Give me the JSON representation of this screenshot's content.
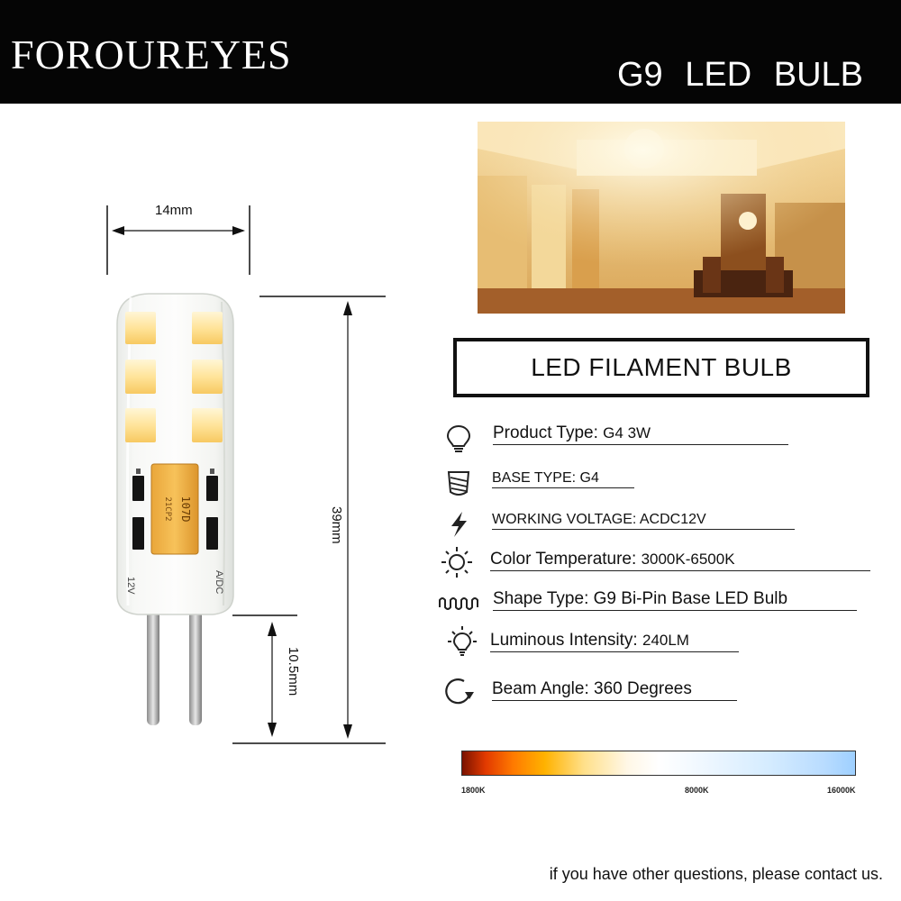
{
  "header": {
    "brand": "FOROUREYES",
    "title": "G9  LED  BULB"
  },
  "dimensions": {
    "width": "14mm",
    "height": "39mm",
    "pin_length": "10.5mm"
  },
  "bulb": {
    "capacitor_code": "107D",
    "capacitor_code_2": "21CP2",
    "label_left": "12V",
    "label_right": "A/DC"
  },
  "section_title": "LED FILAMENT BULB",
  "specs": [
    {
      "icon": "bulb-icon",
      "label": "Product Type:",
      "value": "G4 3W"
    },
    {
      "icon": "screw-base-icon",
      "label": "BASE TYPE:",
      "value": "G4"
    },
    {
      "icon": "lightning-icon",
      "label": "WORKING VOLTAGE:",
      "value": "ACDC12V"
    },
    {
      "icon": "sun-icon",
      "label": "Color Temperature:",
      "value": "3000K-6500K"
    },
    {
      "icon": "coil-icon",
      "label": "Shape Type:",
      "value": "G9 Bi-Pin Base LED Bulb"
    },
    {
      "icon": "glowing-bulb-icon",
      "label": "Luminous Intensity:",
      "value": "240LM"
    },
    {
      "icon": "rotate-icon",
      "label": "Beam Angle:",
      "value": "360 Degrees"
    }
  ],
  "color_scale": {
    "labels": [
      "1800K",
      "8000K",
      "16000K"
    ],
    "start_color": "#7a1200",
    "end_color": "#9ed0ff"
  },
  "footer": {
    "contact": "if you have other questions, please contact us."
  }
}
